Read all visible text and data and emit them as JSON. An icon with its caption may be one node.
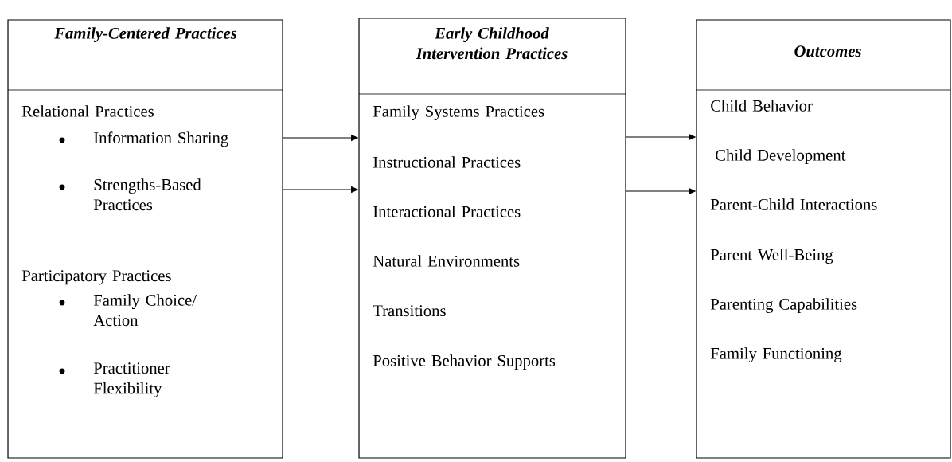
{
  "diagram": {
    "nodes": [
      {
        "text": [
          "Family-Centered Practices",
          "Relational Practices",
          "Information Sharing",
          "Strengths-Based Practices",
          "Participatory Practices",
          "Family Choice/ Action",
          "Practitioner Flexibility"
        ]
      },
      {
        "text": [
          "Early Childhood Intervention Practices",
          "Family Systems Practices",
          "Instructional Practices",
          "Interactional Practices",
          "Natural Environments",
          "Transitions",
          "Positive Behavior Supports"
        ]
      },
      {
        "text": [
          "Outcomes",
          "Child Behavior",
          "Child Development",
          "Parent-Child Interactions",
          "Parent Well-Being",
          "Parenting Capabilities",
          "Family Functioning"
        ]
      }
    ],
    "edges": [
      {
        "from": 0,
        "to": 1,
        "arrow": "to"
      },
      {
        "from": 0,
        "to": 1,
        "arrow": "to"
      },
      {
        "from": 1,
        "to": 2,
        "arrow": "to"
      },
      {
        "from": 1,
        "to": 2,
        "arrow": "to"
      }
    ]
  }
}
